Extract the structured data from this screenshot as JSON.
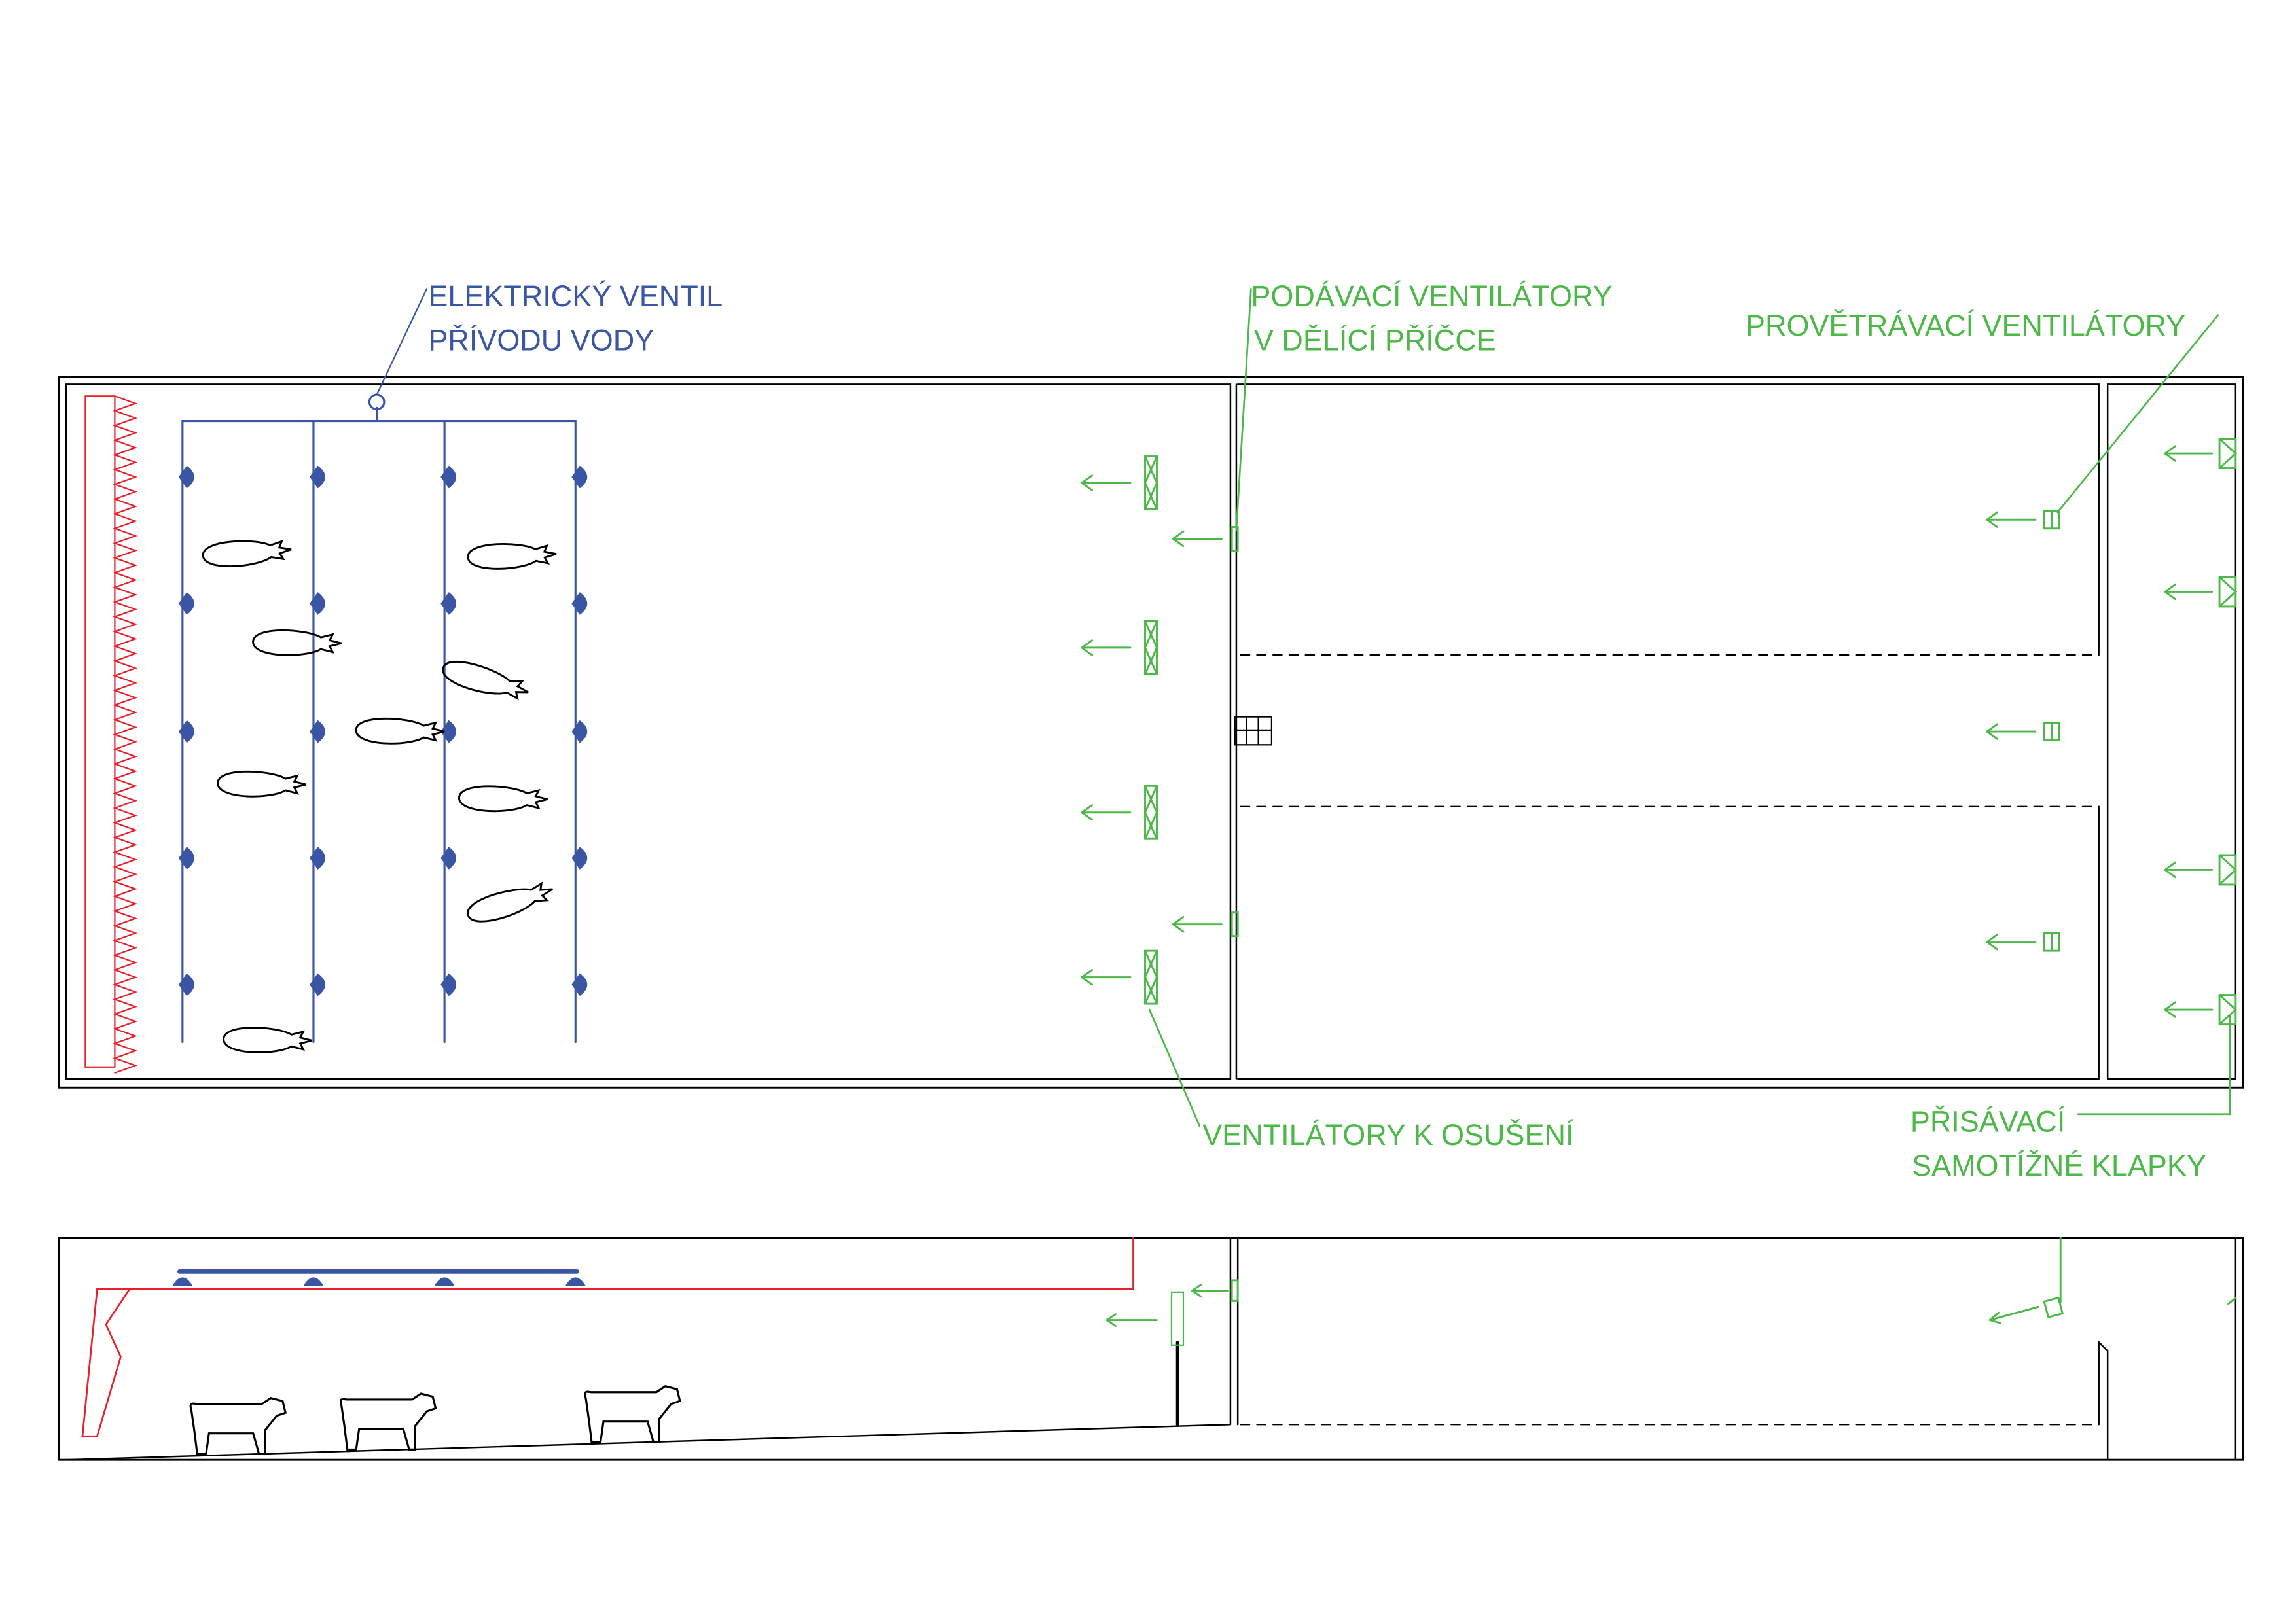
{
  "colors": {
    "water": "#3a55a4",
    "ventilation": "#4cb848",
    "cooling_pad": "#e8202a",
    "structure": "#000000"
  },
  "labels": {
    "valve_line1": "ELEKTRICKÝ VENTIL",
    "valve_line2": "PŘÍVODU VODY",
    "supply_fans_line1": "PODÁVACÍ VENTILÁTORY",
    "supply_fans_line2": "V DĚLÍCÍ PŘÍČCE",
    "vent_fans": "PROVĚTRÁVACÍ VENTILÁTORY",
    "drying_fans": "VENTILÁTORY K OSUŠENÍ",
    "intake_flaps_line1": "PŘISÁVACÍ",
    "intake_flaps_line2": "SAMOTÍŽNÉ KLAPKY"
  }
}
